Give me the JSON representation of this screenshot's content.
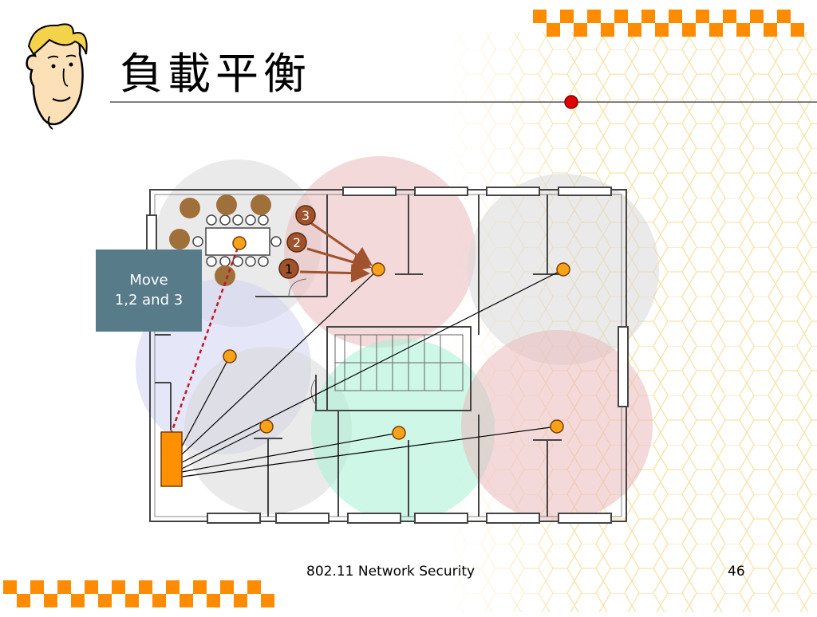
{
  "slide": {
    "title": "負載平衡",
    "callout_text_line1": "Move",
    "callout_text_line2": "1,2 and 3",
    "footer_text": "802.11 Network Security",
    "page_number": "46"
  },
  "diagram": {
    "markers": [
      {
        "label": "1"
      },
      {
        "label": "2"
      },
      {
        "label": "3"
      }
    ],
    "colors": {
      "accent_orange": "#ff8c00",
      "ap_orange": "#f7a21b",
      "marker_brown": "#a0522d",
      "callout_blue": "#587b8a",
      "cell_red": "#e9b9bc",
      "cell_gray": "#d8d8d8",
      "cell_blue": "#cfd1f0",
      "cell_green": "#a6f0d6",
      "red_dot": "#e00000"
    }
  }
}
